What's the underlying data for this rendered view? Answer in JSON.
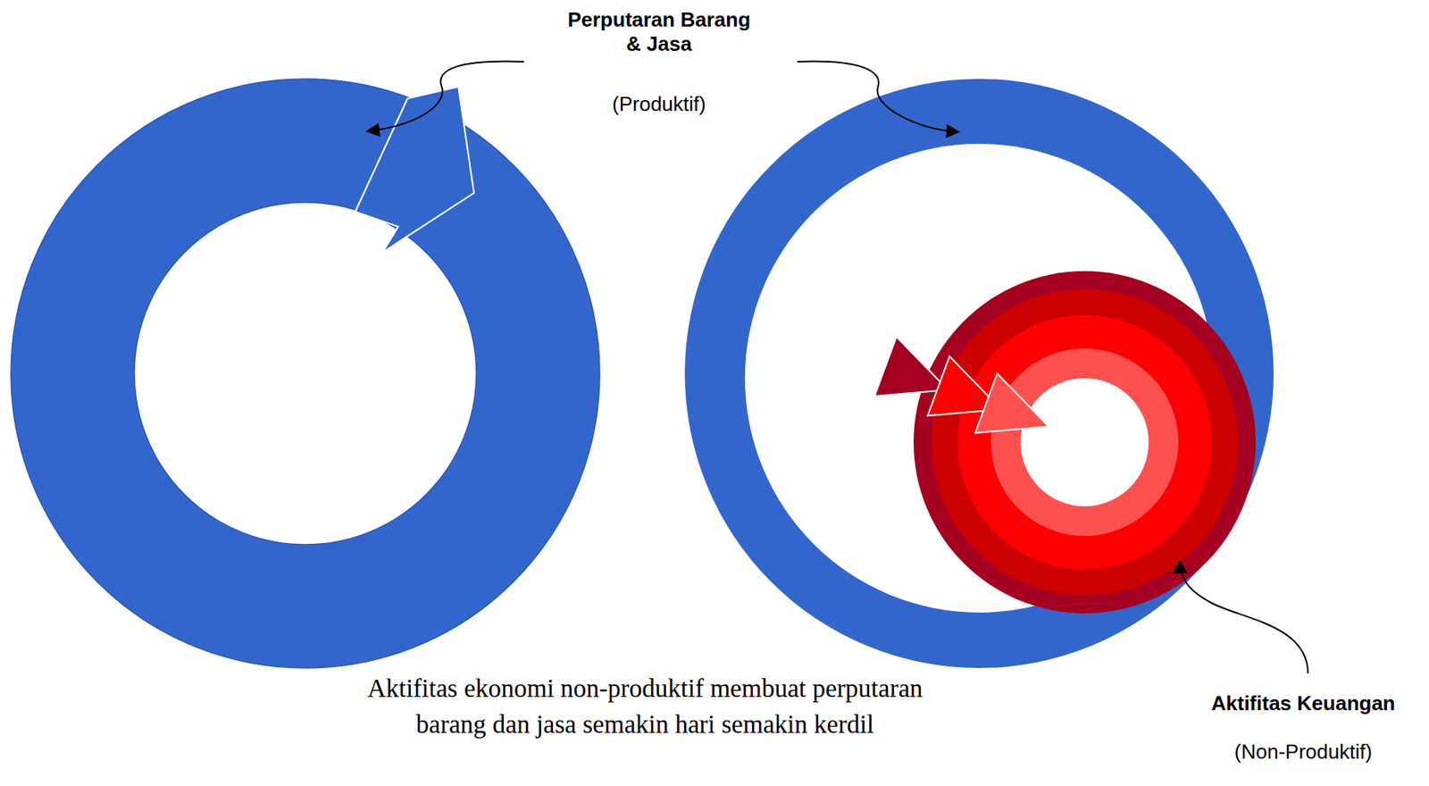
{
  "diagram": {
    "caption": "Aktifitas ekonomi non-produktif membuat perputaran barang dan jasa semakin hari semakin kerdil",
    "labels": [
      "Perputaran Barang & Jasa",
      "(Produktif)",
      "Aktifitas Keuangan",
      "(Non-Produktif)"
    ]
  }
}
